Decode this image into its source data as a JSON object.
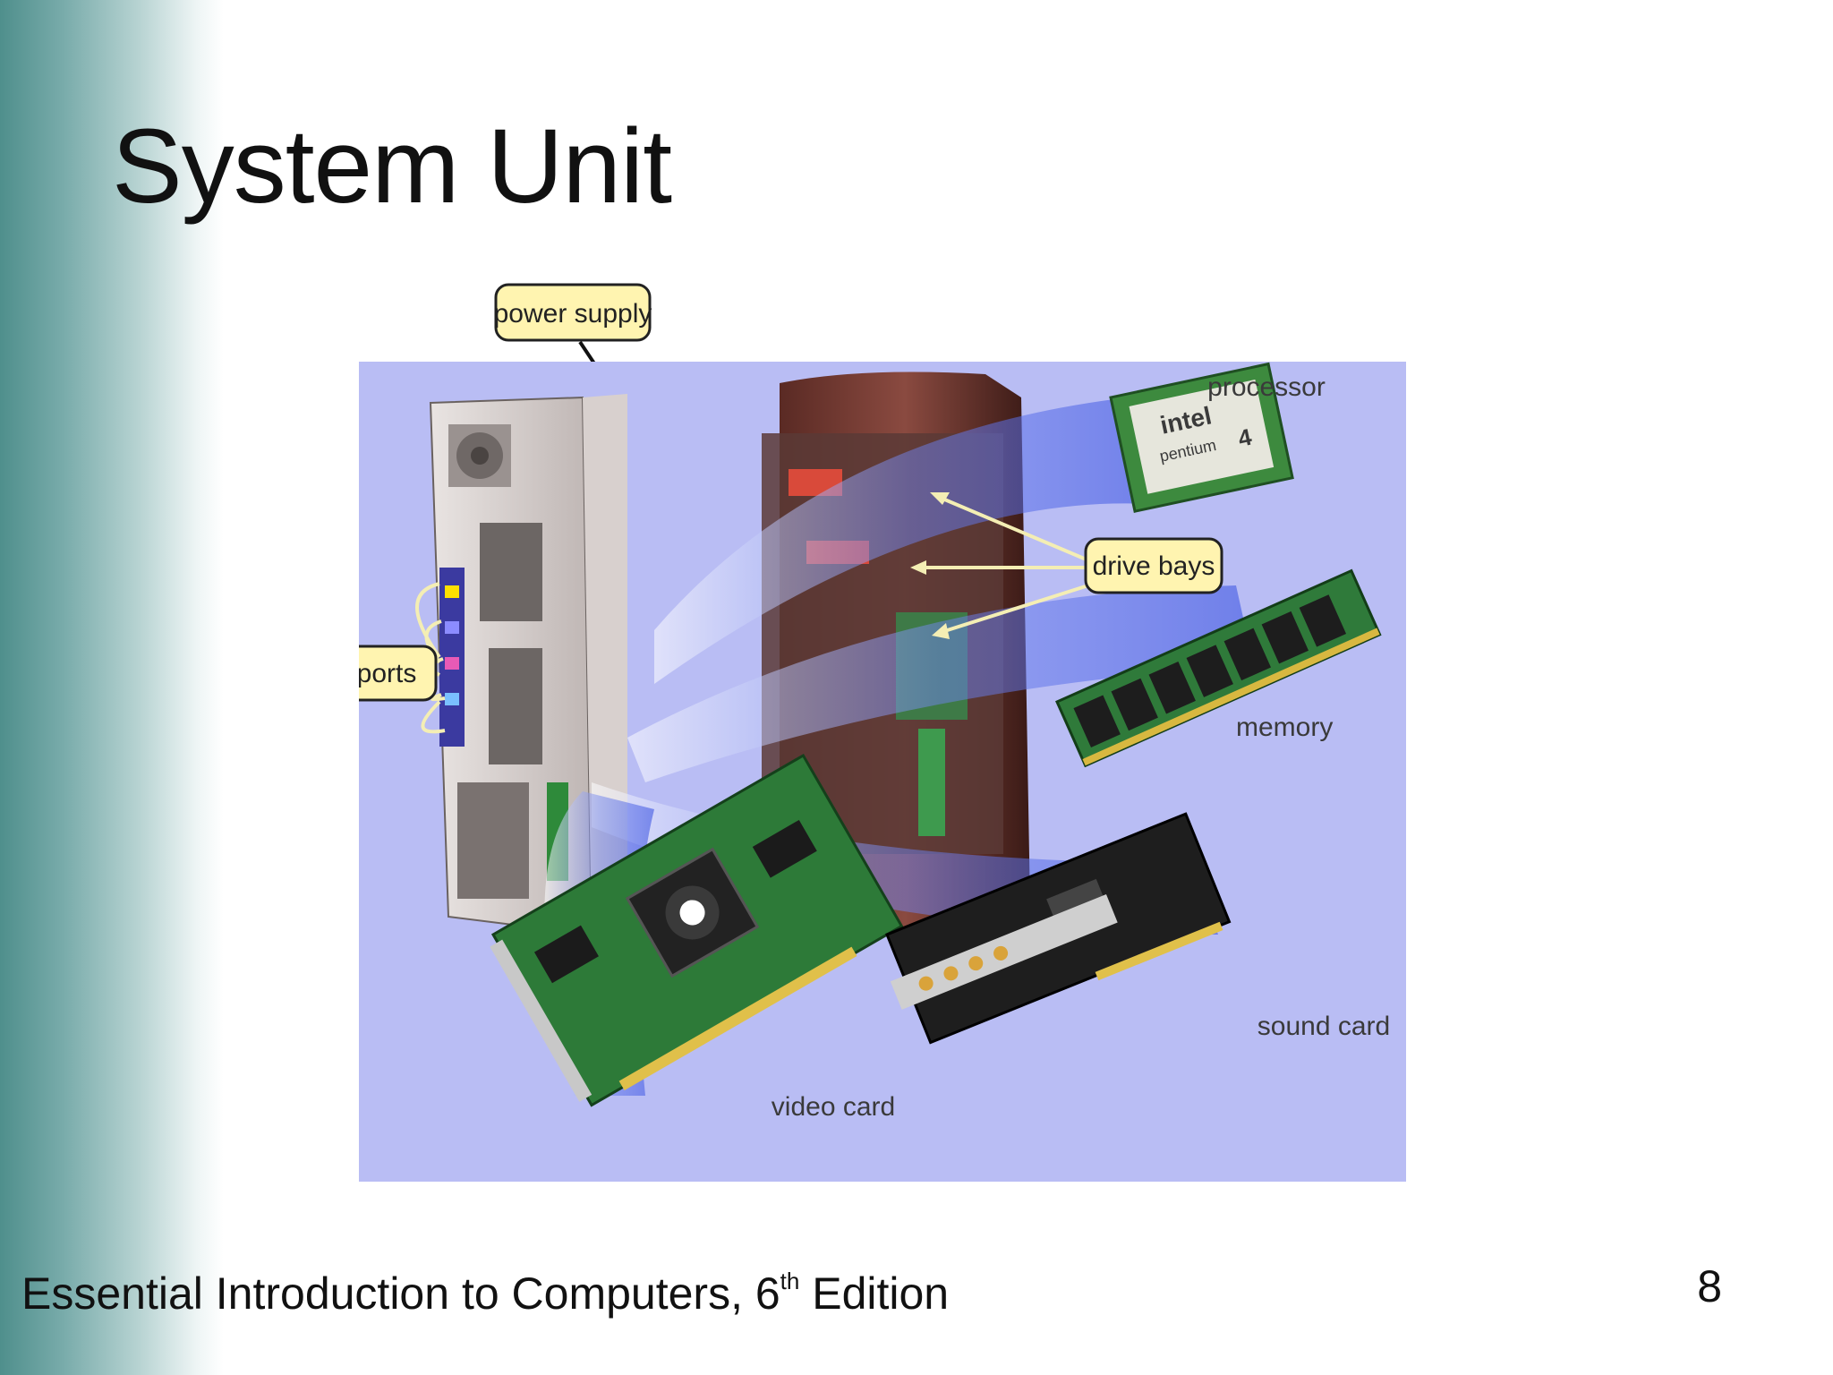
{
  "slide": {
    "title": "System Unit",
    "footer": {
      "prefix": "Essential Introduction to Computers, 6",
      "superscript": "th",
      "suffix": " Edition"
    },
    "page_number": "8"
  },
  "figure": {
    "callouts": {
      "power_supply": "power supply",
      "drive_bays": "drive bays",
      "ports": "ports"
    },
    "labels": {
      "processor": "processor",
      "memory": "memory",
      "sound_card": "sound card",
      "video_card": "video card"
    },
    "chip_marks": {
      "brand": "intel",
      "model": "pentium",
      "generation": "4"
    },
    "colors": {
      "background": "#b9bdf4",
      "callout_fill": "#fff4b0",
      "arrow_yellow": "#f4eeb4",
      "beam_blue": "#4f66e8",
      "pcb_green": "#2f7a3a"
    }
  }
}
